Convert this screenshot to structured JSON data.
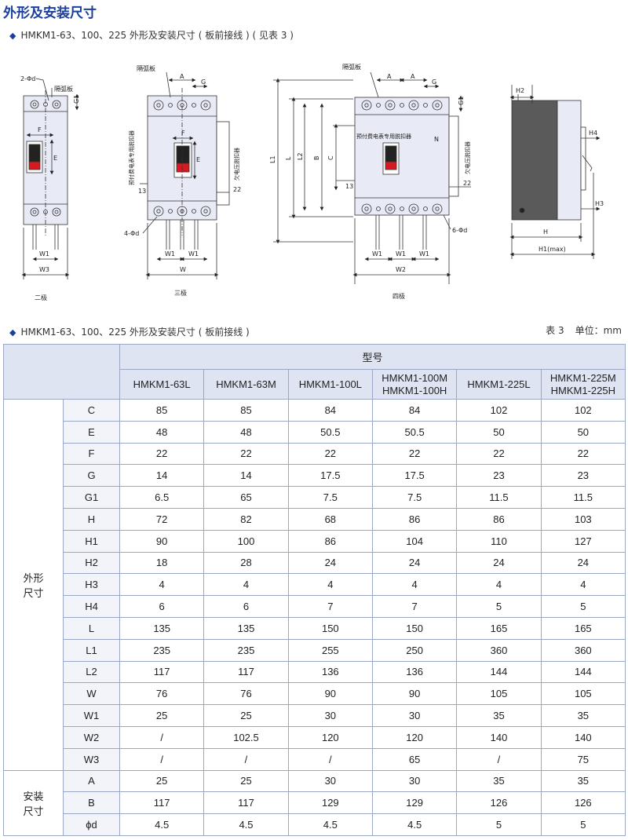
{
  "page": {
    "title": "外形及安装尺寸",
    "subtitle1": "HMKM1-63、100、225 外形及安装尺寸 ( 板前接线 ) ( 见表 3 )",
    "subtitle2": "HMKM1-63、100、225 外形及安装尺寸 ( 板前接线 )",
    "table_ref": "表 3",
    "unit": "单位：mm"
  },
  "drawings": {
    "two_pole": {
      "caption": "二极",
      "labels": {
        "arc": "隔弧板",
        "hole": "2-Φd",
        "g1": "G1",
        "f": "F",
        "e": "E",
        "w1": "W1",
        "w3": "W3"
      }
    },
    "three_pole": {
      "caption": "三极",
      "labels": {
        "arc": "隔弧板",
        "a": "A",
        "g": "G",
        "f": "F",
        "e": "E",
        "shunt": "预付费电表专用脱扣器",
        "undervolt": "欠电压脱扣器",
        "n13": "13",
        "n22": "22",
        "hole": "4-Φd",
        "w1a": "W1",
        "w1b": "W1",
        "w": "W"
      }
    },
    "four_pole": {
      "caption": "四极",
      "labels": {
        "arc": "隔弧板",
        "a1": "A",
        "a2": "A",
        "g": "G",
        "g1": "G1",
        "l1": "L1",
        "l": "L",
        "l2": "L2",
        "b": "B",
        "c": "C",
        "shunt": "预付费电表专用脱扣器",
        "n": "N",
        "undervolt": "欠电压脱扣器",
        "n13": "13",
        "n22": "22",
        "hole": "6-Φd",
        "w1a": "W1",
        "w1b": "W1",
        "w1c": "W1",
        "w2": "W2"
      }
    },
    "side": {
      "labels": {
        "h2": "H2",
        "h4": "H4",
        "h3": "H3",
        "h": "H",
        "h1": "H1(max)"
      }
    }
  },
  "table": {
    "header_model": "型号",
    "models": [
      "HMKM1-63L",
      "HMKM1-63M",
      "HMKM1-100L",
      "HMKM1-100M\nHMKM1-100H",
      "HMKM1-225L",
      "HMKM1-225M\nHMKM1-225H"
    ],
    "groups": [
      {
        "name": "外形\n尺寸",
        "rows": [
          {
            "param": "C",
            "values": [
              "85",
              "85",
              "84",
              "84",
              "102",
              "102"
            ]
          },
          {
            "param": "E",
            "values": [
              "48",
              "48",
              "50.5",
              "50.5",
              "50",
              "50"
            ]
          },
          {
            "param": "F",
            "values": [
              "22",
              "22",
              "22",
              "22",
              "22",
              "22"
            ]
          },
          {
            "param": "G",
            "values": [
              "14",
              "14",
              "17.5",
              "17.5",
              "23",
              "23"
            ]
          },
          {
            "param": "G1",
            "values": [
              "6.5",
              "65",
              "7.5",
              "7.5",
              "11.5",
              "11.5"
            ]
          },
          {
            "param": "H",
            "values": [
              "72",
              "82",
              "68",
              "86",
              "86",
              "103"
            ]
          },
          {
            "param": "H1",
            "values": [
              "90",
              "100",
              "86",
              "104",
              "110",
              "127"
            ]
          },
          {
            "param": "H2",
            "values": [
              "18",
              "28",
              "24",
              "24",
              "24",
              "24"
            ]
          },
          {
            "param": "H3",
            "values": [
              "4",
              "4",
              "4",
              "4",
              "4",
              "4"
            ]
          },
          {
            "param": "H4",
            "values": [
              "6",
              "6",
              "7",
              "7",
              "5",
              "5"
            ]
          },
          {
            "param": "L",
            "values": [
              "135",
              "135",
              "150",
              "150",
              "165",
              "165"
            ]
          },
          {
            "param": "L1",
            "values": [
              "235",
              "235",
              "255",
              "250",
              "360",
              "360"
            ]
          },
          {
            "param": "L2",
            "values": [
              "117",
              "117",
              "136",
              "136",
              "144",
              "144"
            ]
          },
          {
            "param": "W",
            "values": [
              "76",
              "76",
              "90",
              "90",
              "105",
              "105"
            ]
          },
          {
            "param": "W1",
            "values": [
              "25",
              "25",
              "30",
              "30",
              "35",
              "35"
            ]
          },
          {
            "param": "W2",
            "values": [
              "/",
              "102.5",
              "120",
              "120",
              "140",
              "140"
            ]
          },
          {
            "param": "W3",
            "values": [
              "/",
              "/",
              "/",
              "65",
              "/",
              "75"
            ]
          }
        ]
      },
      {
        "name": "安装\n尺寸",
        "rows": [
          {
            "param": "A",
            "values": [
              "25",
              "25",
              "30",
              "30",
              "35",
              "35"
            ]
          },
          {
            "param": "B",
            "values": [
              "117",
              "117",
              "129",
              "129",
              "126",
              "126"
            ]
          },
          {
            "param": "ϕd",
            "values": [
              "4.5",
              "4.5",
              "4.5",
              "4.5",
              "5",
              "5"
            ]
          }
        ]
      }
    ]
  }
}
